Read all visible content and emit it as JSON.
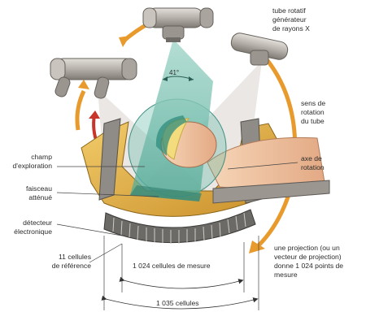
{
  "figure": {
    "angle": "41°",
    "labels": {
      "tube_l1": "tube rotatif",
      "tube_l2": "générateur",
      "tube_l3": "de rayons X",
      "sens_l1": "sens de",
      "sens_l2": "rotation",
      "sens_l3": "du tube",
      "axe_l1": "axe de",
      "axe_l2": "rotation",
      "champ_l1": "champ",
      "champ_l2": "d'exploration",
      "faisceau_l1": "faisceau",
      "faisceau_l2": "atténué",
      "detecteur_l1": "détecteur",
      "detecteur_l2": "électronique",
      "ref_l1": "11 cellules",
      "ref_l2": "de référence",
      "mesure": "1 024 cellules de mesure",
      "proj_l1": "une projection (ou un",
      "proj_l2": "vecteur de projection)",
      "proj_l3": "donne 1 024 points de",
      "proj_l4": "mesure",
      "total": "1 035 cellules"
    },
    "colors": {
      "beam": "#5fb7a6",
      "yellow_housing": "#e6b64a",
      "arrow_orange": "#e89a2c",
      "red_arrow": "#c8352a",
      "tube_grey": "#b9b4ad",
      "skin": "#f1c8a3"
    }
  }
}
